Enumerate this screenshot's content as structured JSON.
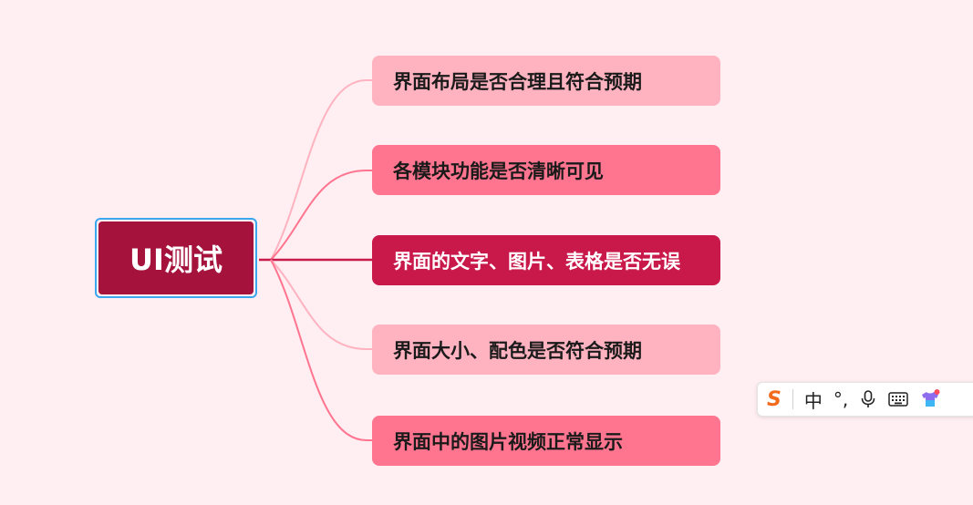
{
  "mindmap": {
    "root": {
      "label": "UI测试"
    },
    "children": [
      {
        "label": "界面布局是否合理且符合预期",
        "style": "light"
      },
      {
        "label": "各模块功能是否清晰可见",
        "style": "mid"
      },
      {
        "label": "界面的文字、图片、表格是否无误",
        "style": "dark"
      },
      {
        "label": "界面大小、配色是否符合预期",
        "style": "light"
      },
      {
        "label": "界面中的图片视频正常显示",
        "style": "mid"
      }
    ],
    "colors": {
      "background": "#ffeef2",
      "root": "#a5133d",
      "root_border": "#3aa7ee",
      "light": "#ffb3c1",
      "mid": "#ff758f",
      "dark": "#c9184a"
    }
  },
  "ime_toolbar": {
    "logo": "S",
    "language": "中",
    "punctuation": "°,",
    "icons": [
      "sogou-logo-icon",
      "microphone-icon",
      "keyboard-icon",
      "skin-icon"
    ]
  }
}
